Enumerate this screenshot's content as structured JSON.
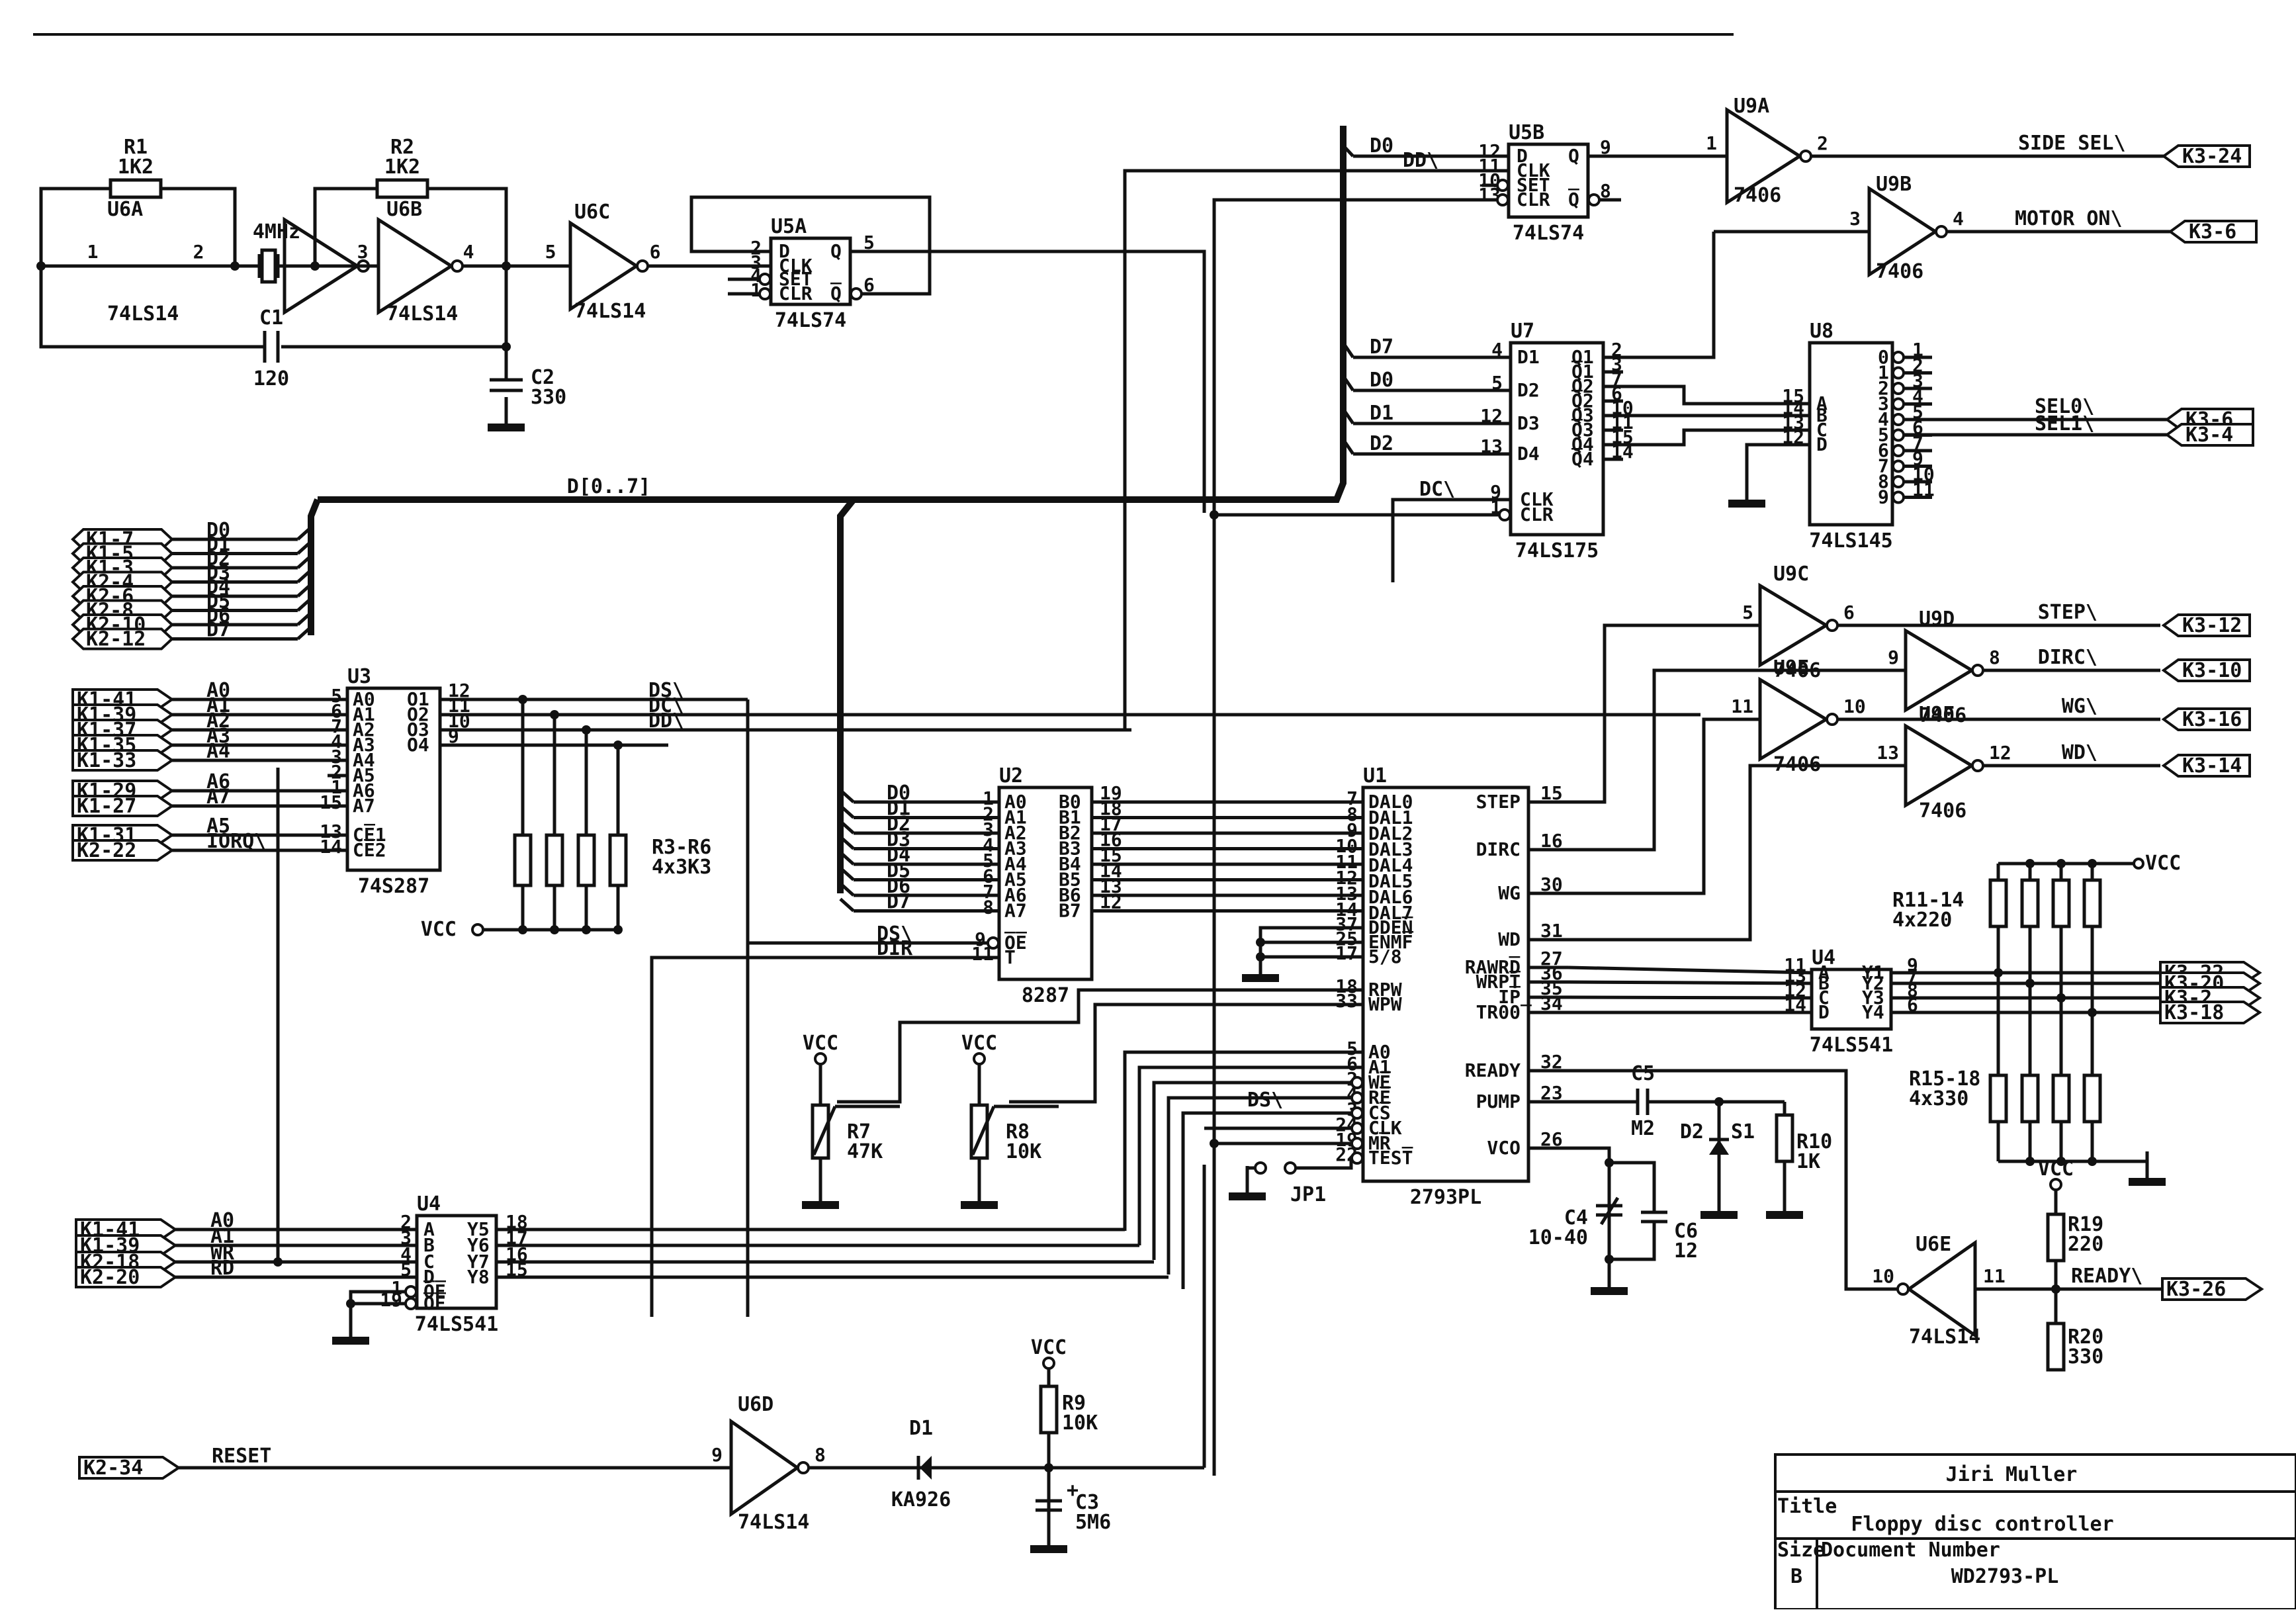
{
  "title_block": {
    "author": "Jiri Muller",
    "title_label": "Title",
    "title": "Floppy disc controller",
    "size_label": "Size",
    "size": "B",
    "doc_number_label": "Document Number",
    "doc_number": "WD2793-PL"
  },
  "bus_label": "D[0..7]",
  "oscillator": {
    "r1": {
      "ref": "R1",
      "value": "1K2"
    },
    "r2": {
      "ref": "R2",
      "value": "1K2"
    },
    "crystal": "4MHz",
    "c1": {
      "ref": "C1",
      "value": "120"
    },
    "c2": {
      "ref": "C2",
      "value": "330"
    },
    "u6a": {
      "ref": "U6A",
      "part": "74LS14",
      "pin_in": "1",
      "pin_out": "2"
    },
    "u6b": {
      "ref": "U6B",
      "part": "74LS14",
      "pin_in": "3",
      "pin_out": "4"
    },
    "u6c": {
      "ref": "U6C",
      "part": "74LS14",
      "pin_in": "5",
      "pin_out": "6"
    }
  },
  "u5a": {
    "ref": "U5A",
    "part": "74LS74",
    "pins_left": [
      "D",
      "CLK",
      "SET",
      "CLR"
    ],
    "pin_nums_left": [
      "2",
      "3",
      "4",
      "1"
    ],
    "pins_right": [
      "Q",
      "Q̅"
    ],
    "pin_nums_right": [
      "5",
      "6"
    ]
  },
  "u5b": {
    "ref": "U5B",
    "part": "74LS74",
    "pins_left": [
      "D",
      "CLK",
      "SET",
      "CLR"
    ],
    "pin_nums_left": [
      "12",
      "11",
      "10",
      "13"
    ],
    "pins_right": [
      "Q",
      "Q̅"
    ],
    "pin_nums_right": [
      "9",
      "8"
    ],
    "net_d": "D0",
    "net_clk": "DD\\"
  },
  "u9a": {
    "ref": "U9A",
    "part": "7406",
    "pin_in": "1",
    "pin_out": "2",
    "signal": "SIDE SEL\\",
    "connector": "K3-24"
  },
  "u9b": {
    "ref": "U9B",
    "part": "7406",
    "pin_in": "3",
    "pin_out": "4",
    "signal": "MOTOR ON\\",
    "connector": "K3-6"
  },
  "u7": {
    "ref": "U7",
    "part": "74LS175",
    "inputs": [
      {
        "net": "D7",
        "pin": "4",
        "name": "D1"
      },
      {
        "net": "D0",
        "pin": "5",
        "name": "D2"
      },
      {
        "net": "D1",
        "pin": "12",
        "name": "D3"
      },
      {
        "net": "D2",
        "pin": "13",
        "name": "D4"
      }
    ],
    "outputs": [
      {
        "name": "Q1",
        "pin": "2"
      },
      {
        "name": "Q̅1",
        "pin": "3"
      },
      {
        "name": "Q2",
        "pin": "7"
      },
      {
        "name": "Q̅2",
        "pin": "6"
      },
      {
        "name": "Q3",
        "pin": "10"
      },
      {
        "name": "Q̅3",
        "pin": "11"
      },
      {
        "name": "Q4",
        "pin": "15"
      },
      {
        "name": "Q̅4",
        "pin": "14"
      }
    ],
    "clk": {
      "net": "DC\\",
      "pin": "9",
      "name": "CLK"
    },
    "clr": {
      "pin": "1",
      "name": "CLR"
    }
  },
  "u8": {
    "ref": "U8",
    "part": "74LS145",
    "inputs": [
      {
        "name": "A",
        "pin": "15"
      },
      {
        "name": "B",
        "pin": "14"
      },
      {
        "name": "C",
        "pin": "13"
      },
      {
        "name": "D",
        "pin": "12"
      }
    ],
    "outputs": [
      {
        "name": "0",
        "pin": "1"
      },
      {
        "name": "1",
        "pin": "2"
      },
      {
        "name": "2",
        "pin": "3"
      },
      {
        "name": "3",
        "pin": "4"
      },
      {
        "name": "4",
        "pin": "5"
      },
      {
        "name": "5",
        "pin": "6"
      },
      {
        "name": "6",
        "pin": "7"
      },
      {
        "name": "7",
        "pin": "9"
      },
      {
        "name": "8",
        "pin": "10"
      },
      {
        "name": "9",
        "pin": "11"
      }
    ],
    "sel0": {
      "signal": "SEL0\\",
      "connector": "K3-6"
    },
    "sel1": {
      "signal": "SEL1\\",
      "connector": "K3-4"
    }
  },
  "data_connectors": [
    {
      "connector": "K1-7",
      "net": "D0"
    },
    {
      "connector": "K1-5",
      "net": "D1"
    },
    {
      "connector": "K1-3",
      "net": "D2"
    },
    {
      "connector": "K2-4",
      "net": "D3"
    },
    {
      "connector": "K2-6",
      "net": "D4"
    },
    {
      "connector": "K2-8",
      "net": "D5"
    },
    {
      "connector": "K2-10",
      "net": "D6"
    },
    {
      "connector": "K2-12",
      "net": "D7"
    }
  ],
  "u3": {
    "ref": "U3",
    "part": "74S287",
    "inputs": [
      {
        "connector": "K1-41",
        "net": "A0",
        "pin": "5",
        "name": "A0"
      },
      {
        "connector": "K1-39",
        "net": "A1",
        "pin": "6",
        "name": "A1"
      },
      {
        "connector": "K1-37",
        "net": "A2",
        "pin": "7",
        "name": "A2"
      },
      {
        "connector": "K1-35",
        "net": "A3",
        "pin": "4",
        "name": "A3"
      },
      {
        "connector": "K1-33",
        "net": "A4",
        "pin": "3",
        "name": "A4"
      },
      {
        "connector": "",
        "net": "",
        "pin": "2",
        "name": "A5"
      },
      {
        "connector": "K1-29",
        "net": "A6",
        "pin": "1",
        "name": "A6"
      },
      {
        "connector": "K1-27",
        "net": "A7",
        "pin": "15",
        "name": "A7"
      }
    ],
    "enables": [
      {
        "connector": "K1-31",
        "net": "A5",
        "pin": "13",
        "name": "CE̅1"
      },
      {
        "connector": "K2-22",
        "net": "IORQ\\",
        "pin": "14",
        "name": "CE̅2"
      }
    ],
    "outputs": [
      {
        "name": "O1",
        "pin": "12",
        "net": "DS\\"
      },
      {
        "name": "O2",
        "pin": "11",
        "net": "DC\\"
      },
      {
        "name": "O3",
        "pin": "10",
        "net": "DD\\"
      },
      {
        "name": "O4",
        "pin": "9",
        "net": ""
      }
    ]
  },
  "r3_6": {
    "ref": "R3-R6",
    "value": "4x3K3",
    "supply": "VCC"
  },
  "u2": {
    "ref": "U2",
    "part": "8287",
    "a_side": [
      {
        "net": "D0",
        "pin": "1",
        "name": "A0"
      },
      {
        "net": "D1",
        "pin": "2",
        "name": "A1"
      },
      {
        "net": "D2",
        "pin": "3",
        "name": "A2"
      },
      {
        "net": "D3",
        "pin": "4",
        "name": "A3"
      },
      {
        "net": "D4",
        "pin": "5",
        "name": "A4"
      },
      {
        "net": "D5",
        "pin": "6",
        "name": "A5"
      },
      {
        "net": "D6",
        "pin": "7",
        "name": "A6"
      },
      {
        "net": "D7",
        "pin": "8",
        "name": "A7"
      }
    ],
    "b_side": [
      {
        "pin": "19",
        "name": "B0"
      },
      {
        "pin": "18",
        "name": "B1"
      },
      {
        "pin": "17",
        "name": "B2"
      },
      {
        "pin": "16",
        "name": "B3"
      },
      {
        "pin": "15",
        "name": "B4"
      },
      {
        "pin": "14",
        "name": "B5"
      },
      {
        "pin": "13",
        "name": "B6"
      },
      {
        "pin": "12",
        "name": "B7"
      }
    ],
    "oe": {
      "net": "DS\\",
      "pin": "9",
      "name": "O̅E̅"
    },
    "t": {
      "net": "DIR",
      "pin": "11",
      "name": "T"
    }
  },
  "u1": {
    "ref": "U1",
    "part": "2793PL",
    "left": [
      {
        "pin": "7",
        "name": "DAL0"
      },
      {
        "pin": "8",
        "name": "DAL1"
      },
      {
        "pin": "9",
        "name": "DAL2"
      },
      {
        "pin": "10",
        "name": "DAL3"
      },
      {
        "pin": "11",
        "name": "DAL4"
      },
      {
        "pin": "12",
        "name": "DAL5"
      },
      {
        "pin": "13",
        "name": "DAL6"
      },
      {
        "pin": "14",
        "name": "DAL7"
      },
      {
        "pin": "37",
        "name": "DDEN̅"
      },
      {
        "pin": "25",
        "name": "ENMF̅"
      },
      {
        "pin": "17",
        "name": "5/8"
      },
      {
        "pin": "18",
        "name": "RPW"
      },
      {
        "pin": "33",
        "name": "WPW"
      },
      {
        "pin": "5",
        "name": "A0"
      },
      {
        "pin": "6",
        "name": "A1"
      },
      {
        "pin": "2",
        "name": "WE̅"
      },
      {
        "pin": "4",
        "name": "RE̅"
      },
      {
        "pin": "3",
        "name": "CS̅",
        "net": "DS\\"
      },
      {
        "pin": "24",
        "name": "CLK"
      },
      {
        "pin": "19",
        "name": "MR̅"
      },
      {
        "pin": "22",
        "name": "TEST̅"
      }
    ],
    "right": [
      {
        "pin": "15",
        "name": "STEP"
      },
      {
        "pin": "16",
        "name": "DIRC"
      },
      {
        "pin": "30",
        "name": "WG"
      },
      {
        "pin": "31",
        "name": "WD"
      },
      {
        "pin": "27",
        "name": "RAWRD̅"
      },
      {
        "pin": "36",
        "name": "WRPT̅"
      },
      {
        "pin": "35",
        "name": "IP̅"
      },
      {
        "pin": "34",
        "name": "TR00̅"
      },
      {
        "pin": "32",
        "name": "READY"
      },
      {
        "pin": "23",
        "name": "PUMP"
      },
      {
        "pin": "26",
        "name": "VCO"
      }
    ]
  },
  "jp1": "JP1",
  "r7": {
    "ref": "R7",
    "value": "47K",
    "supply": "VCC"
  },
  "r8": {
    "ref": "R8",
    "value": "10K",
    "supply": "VCC"
  },
  "drivers_out": [
    {
      "ref": "U9C",
      "part": "7406",
      "pin_in": "5",
      "pin_out": "6",
      "signal": "STEP\\",
      "connector": "K3-12"
    },
    {
      "ref": "U9D",
      "part": "7406",
      "pin_in": "9",
      "pin_out": "8",
      "signal": "DIRC\\",
      "connector": "K3-10"
    },
    {
      "ref": "U9E",
      "part": "7406",
      "pin_in": "11",
      "pin_out": "10",
      "signal": "WG\\",
      "connector": "K3-16"
    },
    {
      "ref": "U9F",
      "part": "7406",
      "pin_in": "13",
      "pin_out": "12",
      "signal": "WD\\",
      "connector": "K3-14"
    }
  ],
  "u4_right": {
    "ref": "U4",
    "part": "74LS541",
    "inputs": [
      {
        "pin": "11",
        "name": "A"
      },
      {
        "pin": "13",
        "name": "B"
      },
      {
        "pin": "12",
        "name": "C"
      },
      {
        "pin": "14",
        "name": "D"
      }
    ],
    "outputs": [
      {
        "pin": "9",
        "name": "Y1"
      },
      {
        "pin": "7",
        "name": "Y2"
      },
      {
        "pin": "8",
        "name": "Y3"
      },
      {
        "pin": "6",
        "name": "Y4"
      }
    ],
    "connectors": [
      "K3-22",
      "K3-20",
      "K3-2",
      "K3-18"
    ]
  },
  "r11_14": {
    "ref": "R11-14",
    "value": "4x220",
    "supply": "VCC"
  },
  "r15_18": {
    "ref": "R15-18",
    "value": "4x330"
  },
  "pll": {
    "c5": {
      "ref": "C5",
      "value": "M2"
    },
    "d2": {
      "ref": "D2",
      "value": "S1"
    },
    "r10": {
      "ref": "R10",
      "value": "1K"
    },
    "c4": {
      "ref": "C4",
      "value": "10-40"
    },
    "c6": {
      "ref": "C6",
      "value": "12"
    }
  },
  "ready_path": {
    "u6e": {
      "ref": "U6E",
      "part": "74LS14",
      "pin_in": "10",
      "pin_out": "11"
    },
    "r19": {
      "ref": "R19",
      "value": "220",
      "supply": "VCC"
    },
    "r20": {
      "ref": "R20",
      "value": "330"
    },
    "signal": "READY\\",
    "connector": "K3-26"
  },
  "u4_left": {
    "ref": "U4",
    "part": "74LS541",
    "inputs": [
      {
        "connector": "K1-41",
        "net": "A0",
        "pin": "2",
        "name": "A"
      },
      {
        "connector": "K1-39",
        "net": "A1",
        "pin": "3",
        "name": "B"
      },
      {
        "connector": "K2-18",
        "net": "WR",
        "pin": "4",
        "name": "C"
      },
      {
        "connector": "K2-20",
        "net": "RD",
        "pin": "5",
        "name": "D"
      }
    ],
    "outputs": [
      {
        "pin": "18",
        "name": "Y5"
      },
      {
        "pin": "17",
        "name": "Y6"
      },
      {
        "pin": "16",
        "name": "Y7"
      },
      {
        "pin": "15",
        "name": "Y8"
      }
    ],
    "enables": [
      {
        "pin": "1",
        "name": "O̅E̅"
      },
      {
        "pin": "19",
        "name": "O̅E̅"
      }
    ]
  },
  "reset_path": {
    "connector": "K2-34",
    "signal": "RESET",
    "u6d": {
      "ref": "U6D",
      "part": "74LS14",
      "pin_in": "9",
      "pin_out": "8"
    },
    "d1": {
      "ref": "D1",
      "value": "KA926"
    },
    "r9": {
      "ref": "R9",
      "value": "10K",
      "supply": "VCC"
    },
    "c3": {
      "ref": "C3",
      "value": "5M6"
    }
  }
}
